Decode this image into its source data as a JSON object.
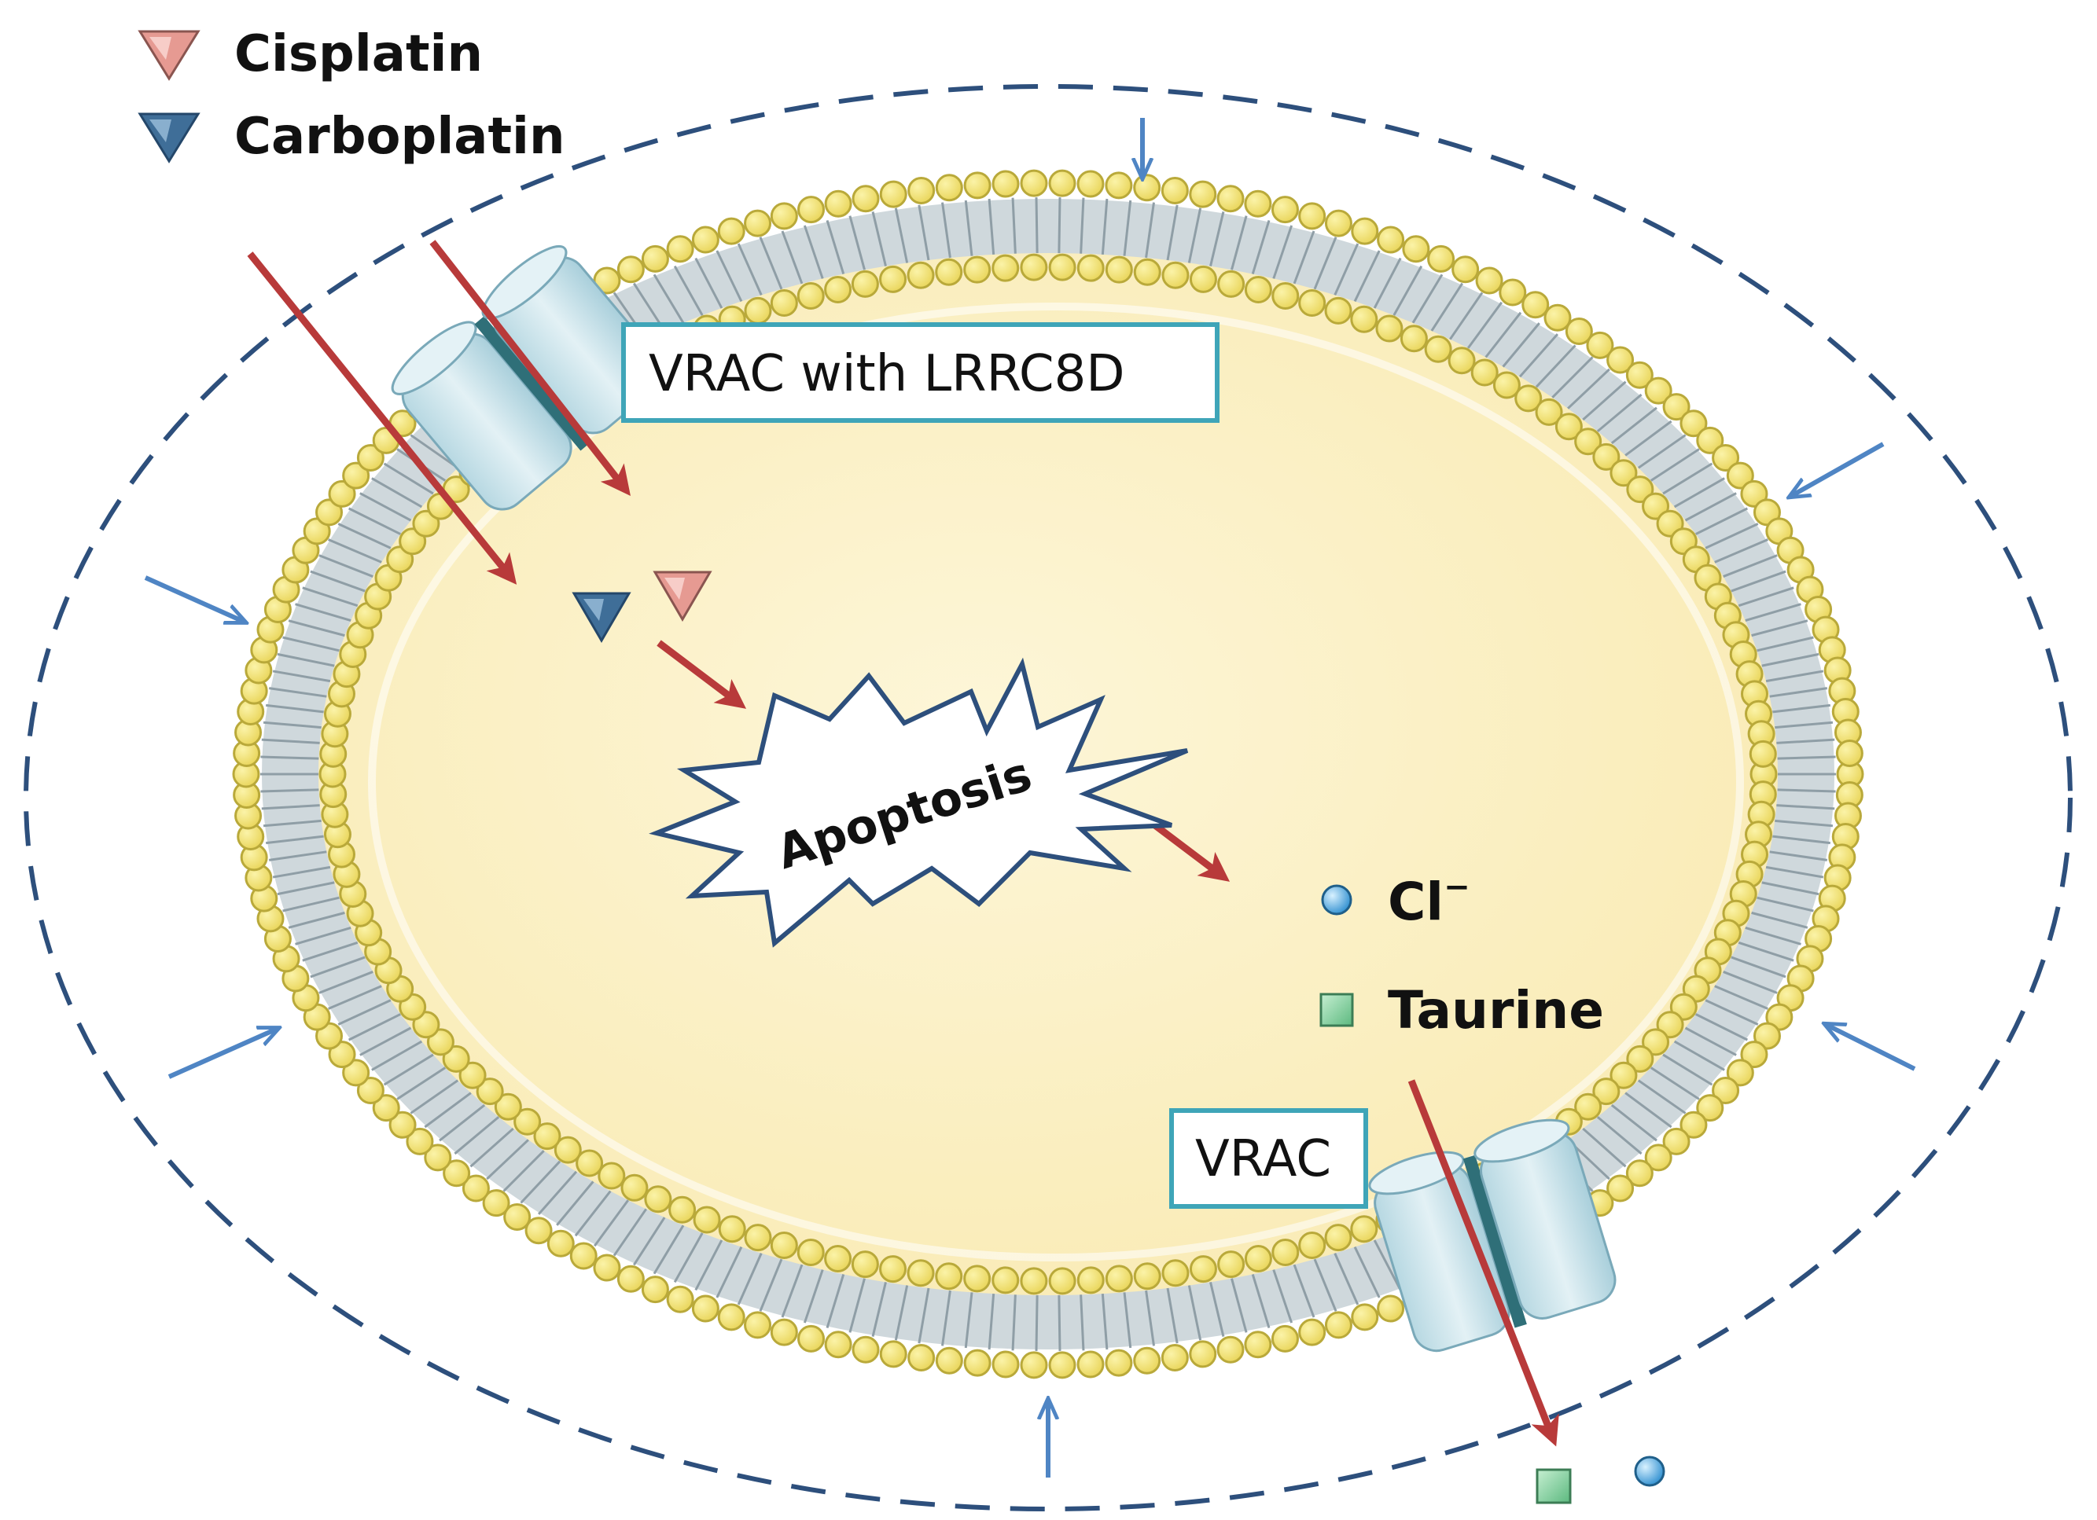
{
  "legend": {
    "cisplatin": {
      "label": "Cisplatin",
      "color": "#e69a92"
    },
    "carboplatin": {
      "label": "Carboplatin",
      "color": "#3f6e98"
    }
  },
  "labels": {
    "vrac_lrrc8d": "VRAC with LRRC8D",
    "vrac": "VRAC",
    "apoptosis": "Apoptosis",
    "chloride": "Cl",
    "chloride_superscript": "−",
    "taurine": "Taurine"
  },
  "colors": {
    "influx_arrow": "#b83a3a",
    "compression_arrow": "#4f85c4",
    "outer_boundary": "#2d4f7c",
    "lipid_head": "#f3e37a",
    "lipid_head_stroke": "#b9a93a",
    "cytoplasm": "#fcf1c6",
    "channel": "#cfe4ea",
    "channel_pore": "#2f6f78",
    "label_border": "#3fa5b8",
    "chloride_ion": "#5eb6e8",
    "taurine": "#8cd4a4"
  },
  "icons": [
    "cisplatin-triangle-icon",
    "carboplatin-triangle-icon",
    "chloride-ion-icon",
    "taurine-square-icon",
    "apoptosis-burst-icon",
    "vrac-channel-icon"
  ]
}
